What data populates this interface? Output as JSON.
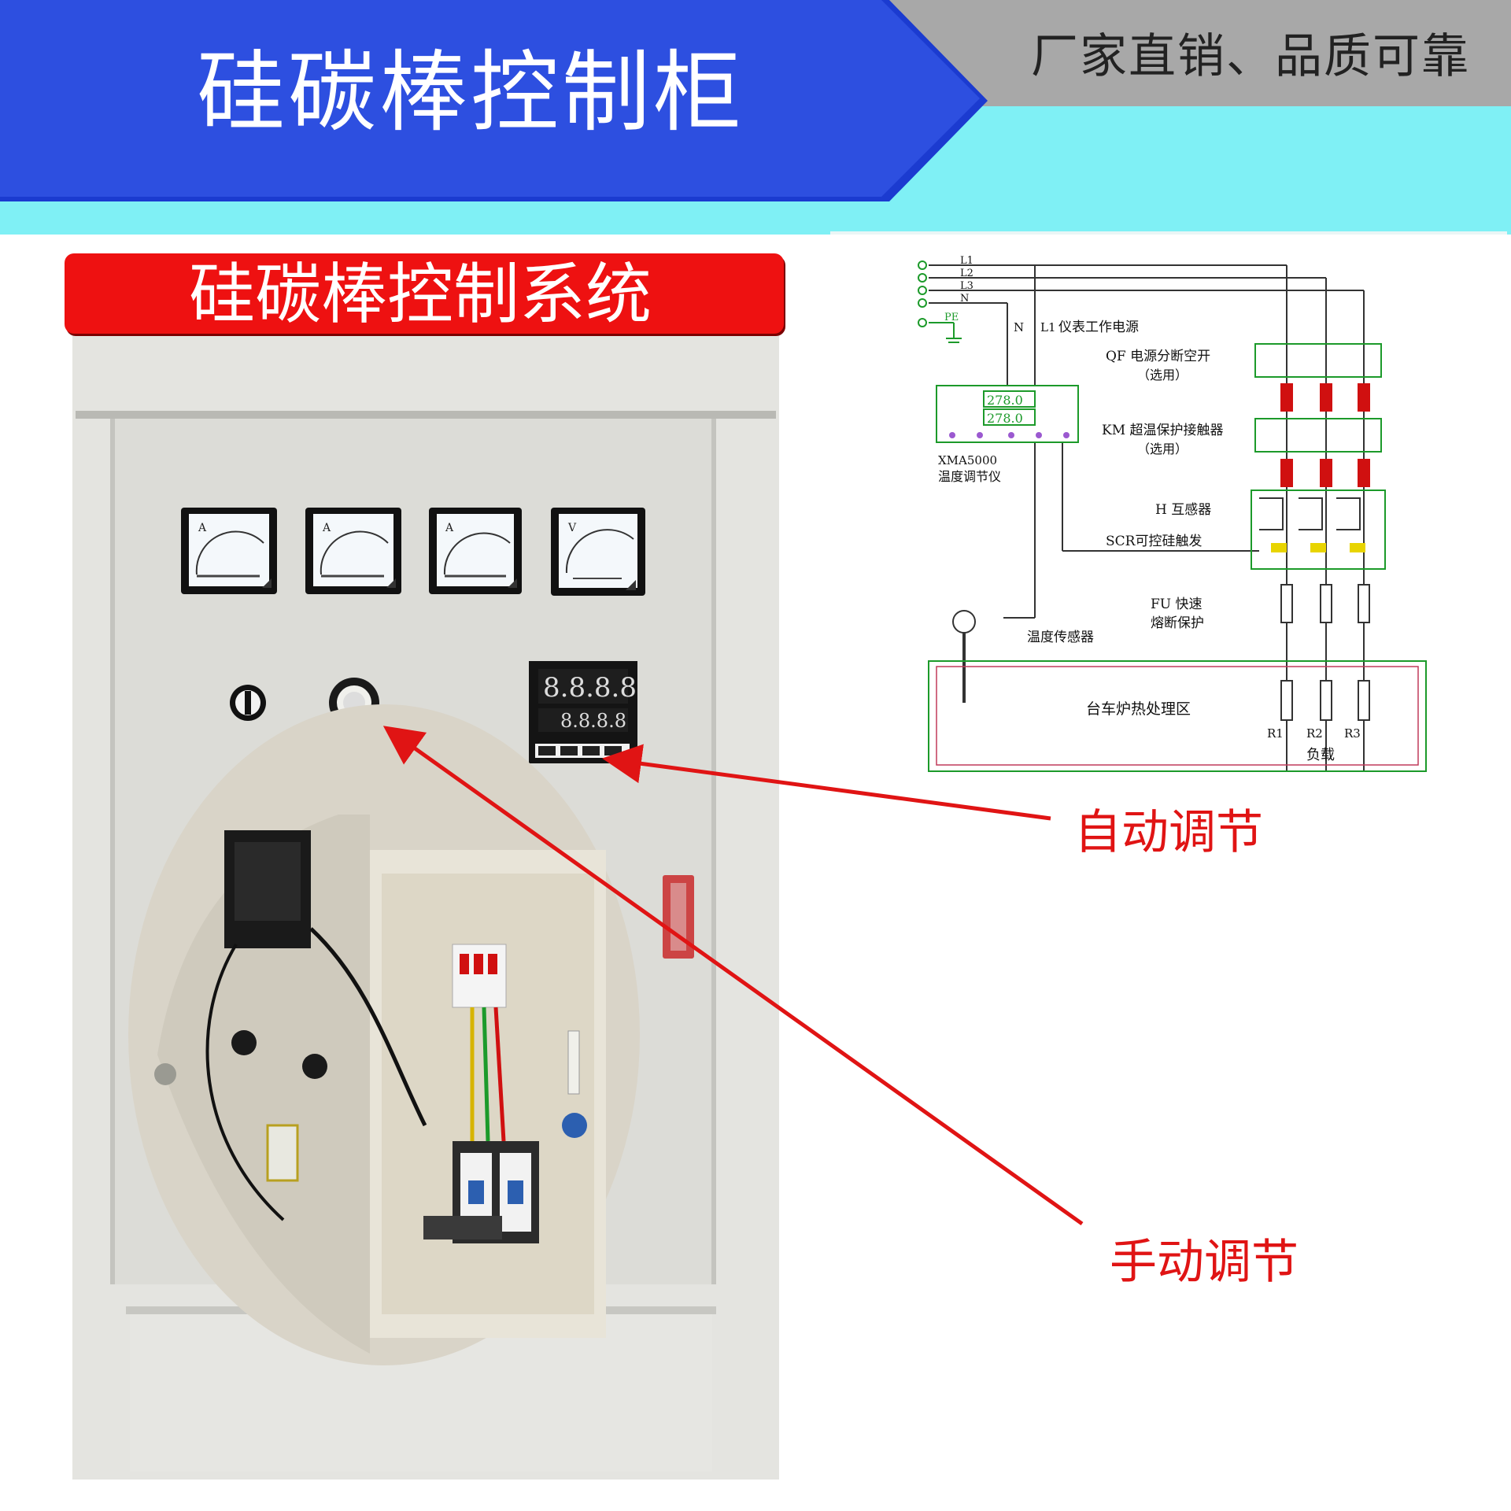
{
  "header": {
    "title": "硅碳棒控制柜",
    "slogan": "厂家直销、品质可靠",
    "colors": {
      "blue": "#2d4fe0",
      "cyan": "#7ff0f5",
      "gray": "#a8a8a8"
    }
  },
  "photo": {
    "label": "硅碳棒控制系统",
    "label_color": "#ee1111"
  },
  "callouts": {
    "auto": "自动调节",
    "manual": "手动调节",
    "color": "#e01414"
  },
  "diagram": {
    "phases": [
      "L1",
      "L2",
      "L3",
      "N"
    ],
    "pe": "PE",
    "n_label": "N",
    "l1_label": "L1",
    "meter_power": "仪表工作电源",
    "qf": "QF 电源分断空开",
    "qf_opt": "（选用）",
    "km": "KM 超温保护接触器",
    "km_opt": "（选用）",
    "controller_reading_1": "278.0",
    "controller_reading_2": "278.0",
    "controller_model": "XMA5000",
    "controller_name": "温度调节仪",
    "transformer": "H 互感器",
    "scr": "SCR可控硅触发",
    "fu": "FU 快速",
    "fu2": "熔断保护",
    "sensor": "温度传感器",
    "zone": "台车炉热处理区",
    "loads": [
      "R1",
      "R2",
      "R3"
    ],
    "load": "负载"
  },
  "cabinet": {
    "meters": [
      "A",
      "A",
      "A",
      "V"
    ],
    "display_top": "8.8.8.8",
    "display_bottom": "8.8.8.8"
  }
}
